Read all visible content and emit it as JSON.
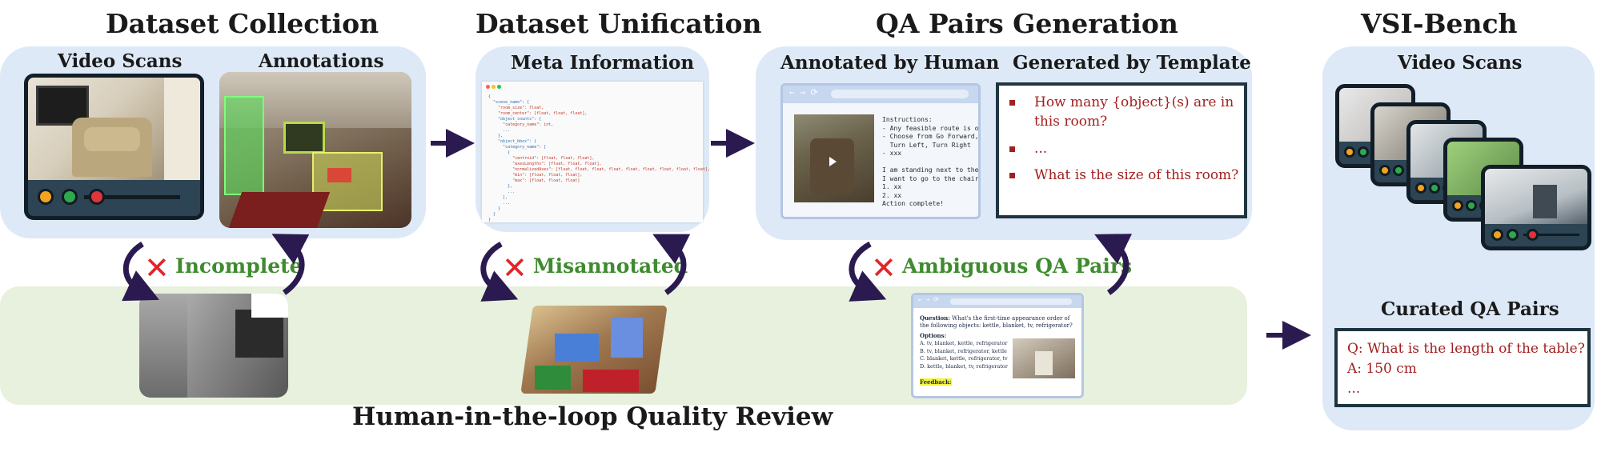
{
  "stages": {
    "collection": {
      "title": "Dataset Collection",
      "video_scans": "Video Scans",
      "annotations": "Annotations"
    },
    "unification": {
      "title": "Dataset Unification",
      "meta": "Meta Information"
    },
    "qa_generation": {
      "title": "QA Pairs Generation",
      "by_human": "Annotated by Human",
      "by_template": "Generated by Template"
    },
    "bench": {
      "title": "VSI-Bench",
      "video_scans": "Video Scans",
      "curated": "Curated QA Pairs"
    }
  },
  "issues": {
    "incomplete": "Incomplete",
    "misannotated": "Misannotated",
    "ambiguous": "Ambiguous QA Pairs"
  },
  "review_label": "Human-in-the-loop Quality Review",
  "meta_code": [
    "{",
    "  \"scene_name\": {",
    "    \"room_size\": float,",
    "    \"room_center\": [float, float, float],",
    "    \"object_counts\": {",
    "      \"category_name\": int,",
    "      ...",
    "    },",
    "    \"object_bbox\": {",
    "      \"category_name\": [",
    "        {",
    "          \"centroid\": [float, float, float],",
    "          \"axesLengths\": [float, float, float],",
    "          \"normalizedAxes\": [float, float, float, float, float, float, float, float, float],",
    "          \"min\": [float, float, float],",
    "          \"max\": [float, float, float]",
    "        },",
    "        ...",
    "      ],",
    "      ...",
    "    }",
    "  }",
    "}"
  ],
  "human_instructions": [
    "Instructions:",
    "- Any feasible route is ok",
    "- Choose from Go Forward,",
    "  Turn Left, Turn Right",
    "- xxx",
    "",
    "I am standing next to the TV.",
    "I want to go to the chair.",
    "1. xx",
    "2. xx",
    "Action complete!"
  ],
  "template_items": [
    "How many {object}(s) are in this room?",
    "...",
    "What is the size of this room?"
  ],
  "review_card": {
    "question_label": "Question:",
    "question_text": "What's the first-time appearance order of the following objects: kettle, blanket, tv, refrigerator?",
    "options_label": "Options:",
    "options": [
      "A. tv, blanket, kettle, refrigerator",
      "B. tv, blanket, refrigerator, kettle",
      "C. blanket, kettle, refrigerator, tv",
      "D. kettle, blanket, tv, refrigerator"
    ],
    "feedback_label": "Feedback:"
  },
  "curated_qa": {
    "question": "Q: What is the length of the table?",
    "answer": "A: 150 cm",
    "more": "..."
  },
  "colors": {
    "panel_blue": "#dde9f7",
    "review_green": "#e7f1de",
    "arrow_navy": "#2b1a4f",
    "issue_green": "#3f8b2f",
    "cross_red": "#e0262a",
    "qa_red": "#a3201f",
    "tv_body": "#2c4454",
    "dot_orange": "#f2a31f",
    "dot_green": "#2fa84f",
    "dot_red": "#e0343a"
  },
  "icons": [
    "flow-arrow-icon",
    "cycle-arrow-icon",
    "cross-icon",
    "video-player-icon",
    "browser-window-icon",
    "play-icon",
    "square-bullet-icon"
  ]
}
